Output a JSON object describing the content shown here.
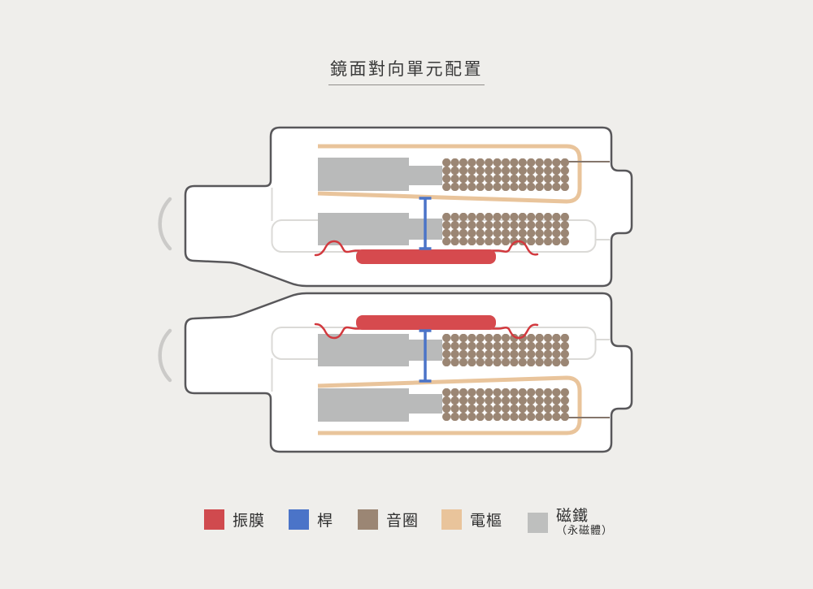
{
  "title": {
    "text": "鏡面對向單元配置"
  },
  "diagram": {
    "description_units": [
      "top-driver-unit",
      "bottom-driver-unit-mirrored"
    ]
  },
  "legend": {
    "items": [
      {
        "id": "diaphragm",
        "label": "振膜",
        "color": "#d04a4e"
      },
      {
        "id": "rod",
        "label": "桿",
        "color": "#4b74c8"
      },
      {
        "id": "voice-coil",
        "label": "音圈",
        "color": "#9b8674"
      },
      {
        "id": "armature",
        "label": "電樞",
        "color": "#e9c49b"
      },
      {
        "id": "magnet",
        "label": "磁鐵",
        "sublabel": "（永磁體）",
        "color": "#bebfbe"
      }
    ]
  },
  "colors": {
    "background": "#efeeeb",
    "housing_stroke": "#58575a",
    "housing_fill": "#ffffff",
    "inner_frame": "#dbdad7",
    "magnet": "#b9baba",
    "coil": "#9b8674",
    "armature": "#e9c49b",
    "rod": "#4b74c8",
    "diaphragm": "#d64a4e",
    "diaphragm_line": "#d2393e",
    "coil_wire": "#84756b",
    "sound_arc": "#cbcac8"
  }
}
